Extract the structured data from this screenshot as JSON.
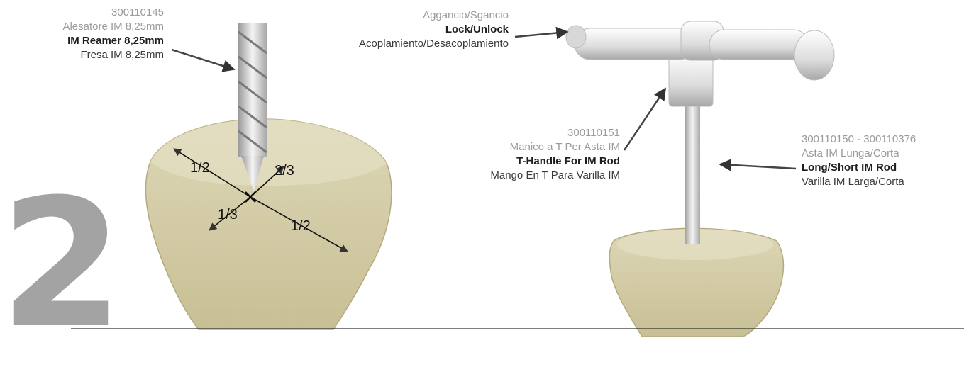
{
  "step_number": "2",
  "reamer": {
    "code": "300110145",
    "italian": "Alesatore IM 8,25mm",
    "english": "IM Reamer 8,25mm",
    "spanish": "Fresa IM 8,25mm"
  },
  "lock": {
    "italian": "Aggancio/Sgancio",
    "english": "Lock/Unlock",
    "spanish": "Acoplamiento/Desacoplamiento"
  },
  "t_handle": {
    "code": "300110151",
    "italian": "Manico a T Per Asta IM",
    "english": "T-Handle For IM Rod",
    "spanish": "Mango En T Para Varilla IM"
  },
  "rod": {
    "code": "300110150 - 300110376",
    "italian": "Asta IM Lunga/Corta",
    "english": "Long/Short IM Rod",
    "spanish": "Varilla IM Larga/Corta"
  },
  "fractions": {
    "left_half": "1/2",
    "two_thirds": "2/3",
    "one_third": "1/3",
    "right_half": "1/2"
  }
}
